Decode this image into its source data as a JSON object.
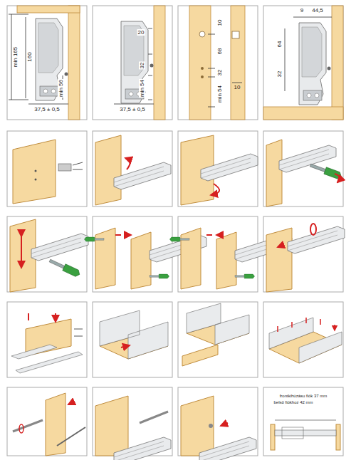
{
  "diagram": {
    "labels": [
      "min 165",
      "160",
      "min 56",
      "37,5 ± 0,5",
      "20",
      "32",
      "min 54",
      "37,5 ± 0,5",
      "10",
      "68",
      "32",
      "min 54",
      "10",
      "9",
      "44,5",
      "64",
      "32",
      "frontkihúzásu fiók 37 mm",
      "belső fiókhoz 42 mm"
    ]
  }
}
